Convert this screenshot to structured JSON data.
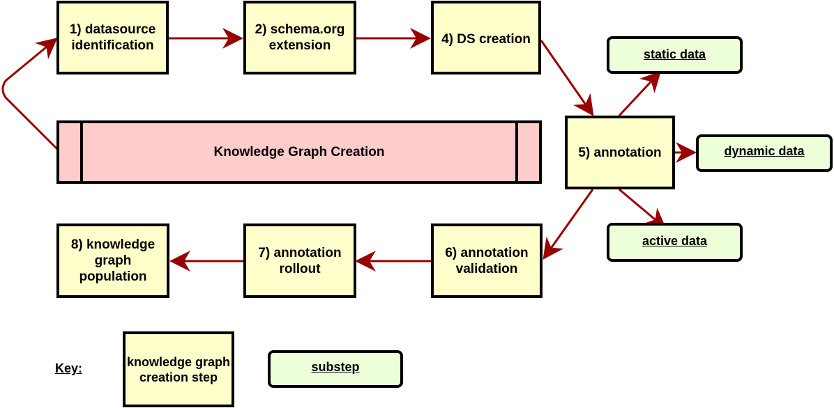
{
  "steps": {
    "s1": "1) datasource identification",
    "s2": "2) schema.org extension",
    "s4": "4) DS creation",
    "s5": "5) annotation",
    "s6": "6) annotation validation",
    "s7": "7) annotation rollout",
    "s8": "8) knowledge graph population"
  },
  "substeps": {
    "static": "static data",
    "dynamic": "dynamic data",
    "active": "active data"
  },
  "kg_bar_label": "Knowledge Graph Creation",
  "key": {
    "label": "Key:",
    "step_example": "knowledge graph creation step",
    "substep_example": "substep"
  },
  "colors": {
    "step_fill": "#ffffcc",
    "substep_fill": "#ecffd8",
    "kg_fill": "#ffcccc",
    "arrow": "#990000"
  }
}
